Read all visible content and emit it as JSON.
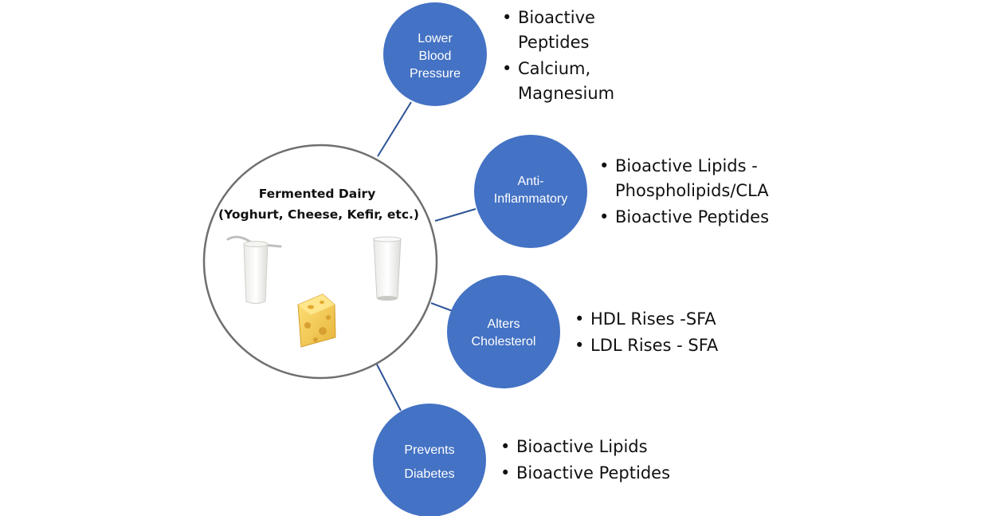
{
  "center": {
    "title_line1": "Fermented Dairy",
    "title_line2": "(Yoghurt, Cheese, Kefir, etc.)"
  },
  "nodes": [
    {
      "label_lines": [
        "Lower",
        "Blood",
        "Pressure"
      ],
      "bullets": [
        "Bioactive Peptides",
        "Calcium, Magnesium"
      ]
    },
    {
      "label_lines": [
        "Anti-",
        "Inflammatory"
      ],
      "bullets": [
        "Bioactive Lipids - Phospholipids/CLA",
        "Bioactive Peptides"
      ]
    },
    {
      "label_lines": [
        "Alters",
        "Cholesterol"
      ],
      "bullets": [
        "HDL Rises -SFA",
        "LDL Rises - SFA"
      ]
    },
    {
      "label_lines": [
        "Prevents",
        "Diabetes"
      ],
      "bullets": [
        "Bioactive Lipids",
        "Bioactive Peptides"
      ]
    }
  ],
  "bullet_symbol": "•",
  "icons": {
    "yogurt": "yogurt-cup-icon",
    "cheese": "cheese-icon",
    "milk": "milk-glass-icon"
  },
  "colors": {
    "node_fill": "#4472c4",
    "connector": "#2f5597",
    "center_border": "#6f6f6f"
  }
}
